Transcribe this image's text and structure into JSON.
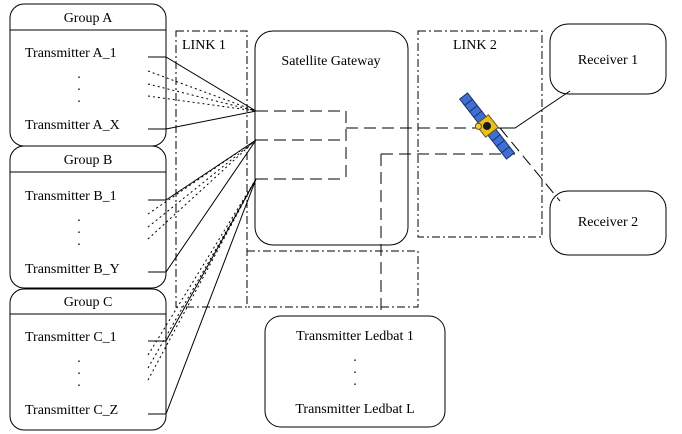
{
  "groups": {
    "a": {
      "title": "Group A",
      "first": "Transmitter A_1",
      "last": "Transmitter A_X"
    },
    "b": {
      "title": "Group B",
      "first": "Transmitter B_1",
      "last": "Transmitter B_Y"
    },
    "c": {
      "title": "Group C",
      "first": "Transmitter C_1",
      "last": "Transmitter C_Z"
    }
  },
  "links": {
    "link1": "LINK 1",
    "link2": "LINK 2"
  },
  "gateway": {
    "label": "Satellite Gateway"
  },
  "receivers": {
    "r1": "Receiver 1",
    "r2": "Receiver 2"
  },
  "ledbat": {
    "first": "Transmitter Ledbat 1",
    "last": "Transmitter Ledbat L"
  },
  "icons": {
    "satellite": "satellite-icon"
  },
  "colors": {
    "line": "#000000",
    "satellite_panel": "#3f6fd1",
    "satellite_body": "#e8c020"
  }
}
